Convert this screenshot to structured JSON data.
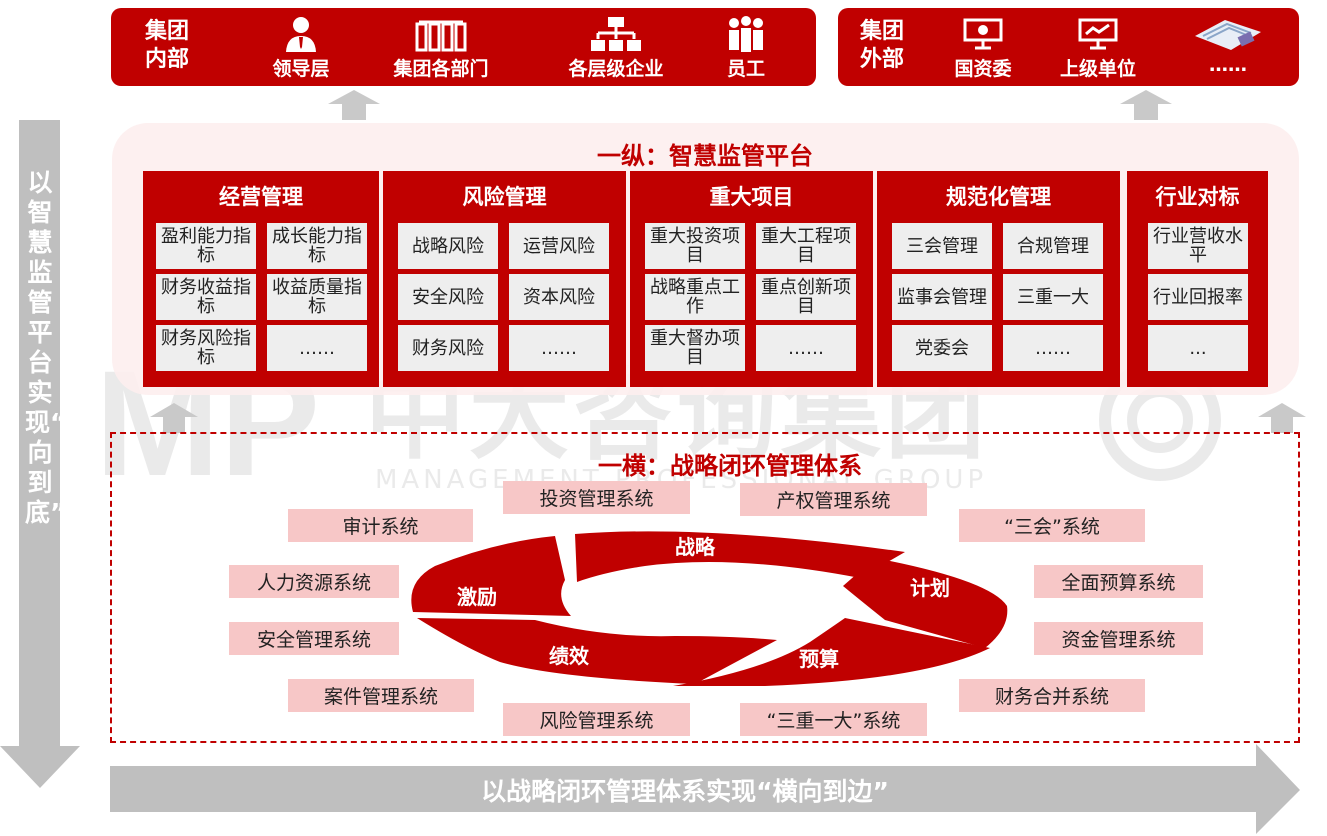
{
  "top_left": {
    "title_line1": "集团",
    "title_line2": "内部",
    "items": [
      {
        "label": "领导层",
        "icon": "person-icon"
      },
      {
        "label": "集团各部门",
        "icon": "departments-icon"
      },
      {
        "label": "各层级企业",
        "icon": "org-chart-icon"
      },
      {
        "label": "员工",
        "icon": "employees-icon"
      }
    ]
  },
  "top_right": {
    "title_line1": "集团",
    "title_line2": "外部",
    "items": [
      {
        "label": "国资委",
        "icon": "presentation-board-icon"
      },
      {
        "label": "上级单位",
        "icon": "presentation-board-icon"
      },
      {
        "label": "……",
        "icon": "documents-icon"
      }
    ]
  },
  "vertical_platform": {
    "title": "一纵：智慧监管平台",
    "columns": [
      {
        "title": "经营管理",
        "cells": [
          "盈利能力指标",
          "成长能力指标",
          "财务收益指标",
          "收益质量指标",
          "财务风险指标",
          "……"
        ]
      },
      {
        "title": "风险管理",
        "cells": [
          "战略风险",
          "运营风险",
          "安全风险",
          "资本风险",
          "财务风险",
          "……"
        ]
      },
      {
        "title": "重大项目",
        "cells": [
          "重大投资项目",
          "重大工程项目",
          "战略重点工作",
          "重点创新项目",
          "重大督办项目",
          "……"
        ]
      },
      {
        "title": "规范化管理",
        "cells": [
          "三会管理",
          "合规管理",
          "监事会管理",
          "三重一大",
          "党委会",
          "……"
        ]
      },
      {
        "title": "行业对标",
        "cells": [
          "行业营收水平",
          "行业回报率",
          "..."
        ]
      }
    ]
  },
  "horizontal_system": {
    "title": "一横：战略闭环管理体系",
    "cycle": [
      "战略",
      "计划",
      "预算",
      "绩效",
      "激励"
    ],
    "left_systems": [
      "审计系统",
      "人力资源系统",
      "安全管理系统",
      "案件管理系统"
    ],
    "top_systems": [
      "投资管理系统",
      "产权管理系统"
    ],
    "right_systems": [
      "“三会”系统",
      "全面预算系统",
      "资金管理系统",
      "财务合并系统"
    ],
    "bottom_systems": [
      "风险管理系统",
      "“三重一大”系统"
    ]
  },
  "left_arrow_text": "以智慧监管平台实现“纵向到底”",
  "bottom_arrow_text": "以战略闭环管理体系实现“横向到边”",
  "watermark": {
    "cn": "中大咨询集团",
    "en": "MANAGEMENT PROFESSIONAL GROUP"
  },
  "colors": {
    "brand_red": "#c00000",
    "cell_gray": "#eeeeee",
    "system_pink": "#f7c7c7",
    "arrow_gray": "#bfbfbf"
  }
}
